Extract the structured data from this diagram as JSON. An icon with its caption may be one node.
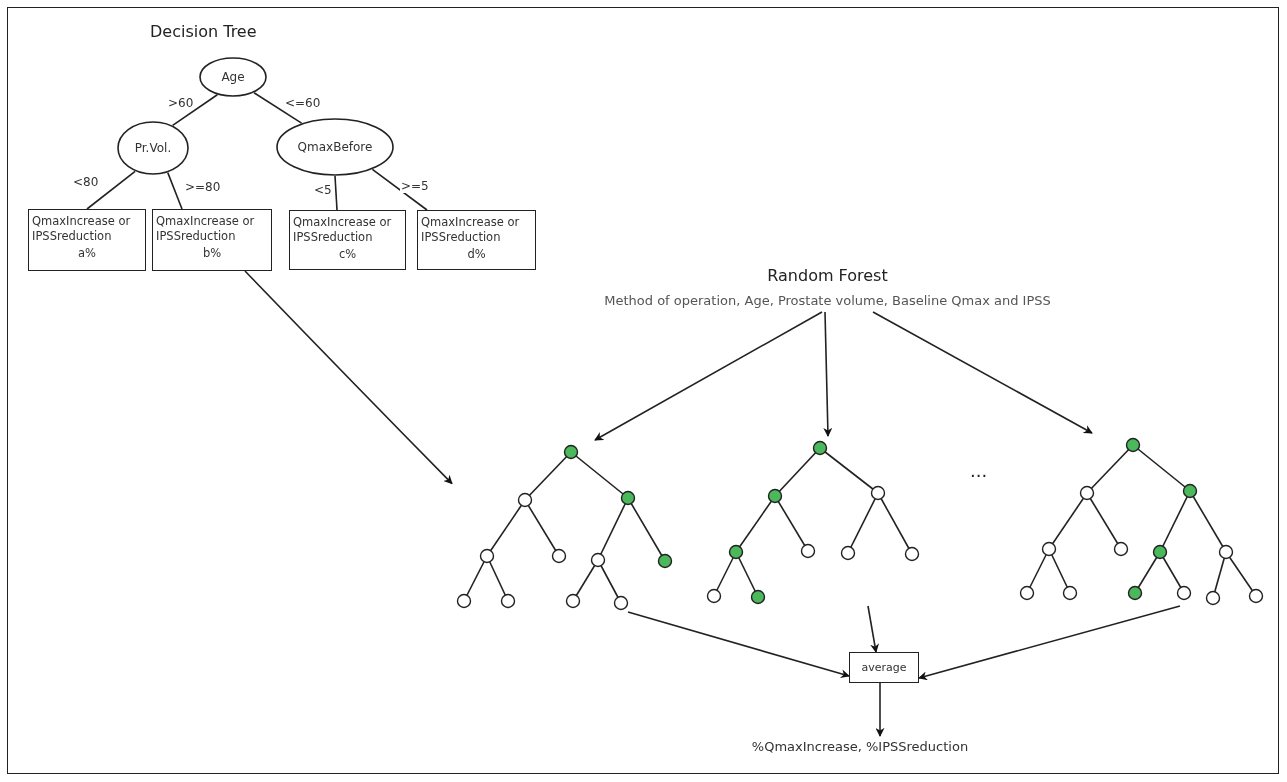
{
  "diagram": {
    "nodes": [
      {
        "text": [
          "Age"
        ]
      },
      {
        "text": [
          "Pr.Vol."
        ]
      },
      {
        "text": [
          "QmaxBefore"
        ]
      },
      {
        "text": [
          "QmaxIncrease or IPSSreduction",
          "a%"
        ]
      },
      {
        "text": [
          "QmaxIncrease or IPSSreduction",
          "b%"
        ]
      },
      {
        "text": [
          "QmaxIncrease or IPSSreduction",
          "c%"
        ]
      },
      {
        "text": [
          "QmaxIncrease or IPSSreduction",
          "d%"
        ]
      },
      {
        "text": [
          "Random Forest",
          "Method of operation, Age, Prostate volume, Baseline Qmax and IPSS"
        ]
      },
      {
        "text": [],
        "shape": "picture"
      },
      {
        "text": [],
        "shape": "picture"
      },
      {
        "text": [],
        "shape": "picture"
      },
      {
        "text": [
          "average"
        ]
      },
      {
        "text": [
          "%QmaxIncrease, %IPSSreduction"
        ]
      }
    ],
    "edges": [
      {
        "from": 0,
        "to": 1,
        "arrow": "none",
        "label": ">60"
      },
      {
        "from": 0,
        "to": 2,
        "arrow": "none",
        "label": "<=60"
      },
      {
        "from": 1,
        "to": 3,
        "arrow": "none",
        "label": "<80"
      },
      {
        "from": 1,
        "to": 4,
        "arrow": "none",
        "label": ">=80"
      },
      {
        "from": 2,
        "to": 5,
        "arrow": "none",
        "label": "<5"
      },
      {
        "from": 2,
        "to": 6,
        "arrow": "none",
        "label": ">=5"
      },
      {
        "from": 4,
        "to": 8,
        "arrow": "to"
      },
      {
        "from": 7,
        "to": 8,
        "arrow": "to"
      },
      {
        "from": 7,
        "to": 9,
        "arrow": "to"
      },
      {
        "from": 7,
        "to": 10,
        "arrow": "to"
      },
      {
        "from": 8,
        "to": 11,
        "arrow": "to"
      },
      {
        "from": 9,
        "to": 11,
        "arrow": "to"
      },
      {
        "from": 10,
        "to": 11,
        "arrow": "to"
      },
      {
        "from": 11,
        "to": 12,
        "arrow": "to"
      }
    ],
    "labels": [
      "Decision Tree",
      "..."
    ]
  }
}
